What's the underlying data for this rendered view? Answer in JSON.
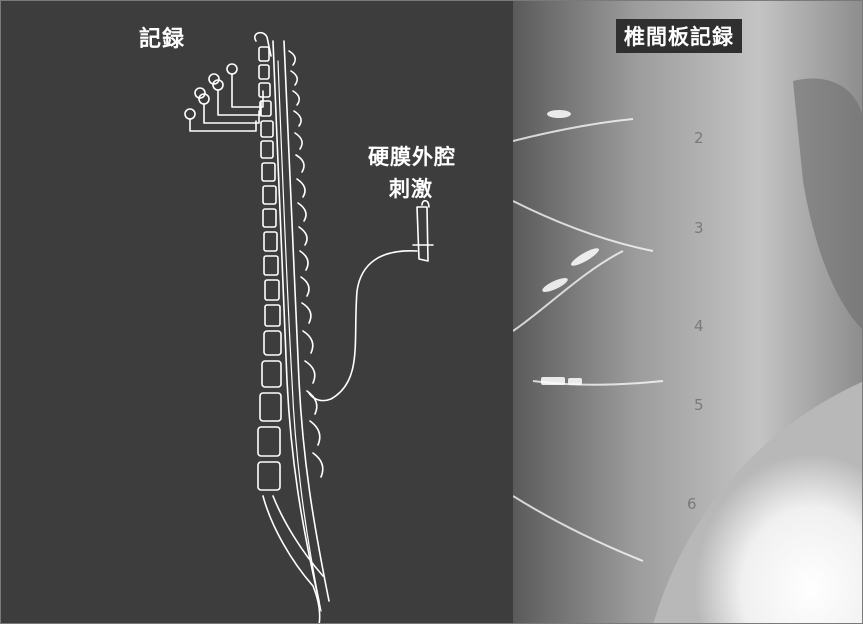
{
  "left_panel": {
    "recording_label": "記録",
    "stimulation_label_line1": "硬膜外腔",
    "stimulation_label_line2": "刺激"
  },
  "right_panel": {
    "title": "椎間板記録",
    "disc_levels": [
      "2",
      "3",
      "4",
      "5",
      "6"
    ]
  },
  "colors": {
    "left_background": "#3d3d3d",
    "line_art": "#ffffff",
    "title_background": "#2f2f2f",
    "level_text": "#7a7a7a"
  }
}
